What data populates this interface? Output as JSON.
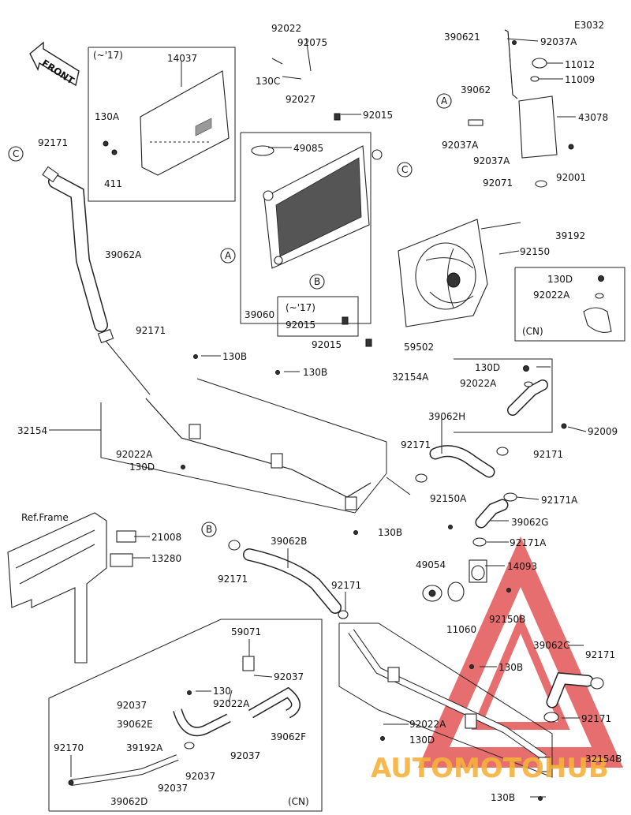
{
  "diagram": {
    "code": "E3032",
    "front_label": "FRONT",
    "ref_frame_label": "Ref.Frame",
    "watermark_text": "AUTOMOTOHUB",
    "callouts": {
      "c1": "C",
      "c2": "A",
      "c3": "C",
      "c4": "A",
      "c5": "B",
      "c6": "B"
    },
    "box_notes": {
      "n17a": "(~'17)",
      "n17b": "(~'17)",
      "cn1": "(CN)",
      "cn2": "(CN)"
    },
    "parts": {
      "p92022": "92022",
      "p92075": "92075",
      "p130C": "130C",
      "p92027": "92027",
      "p92015a": "92015",
      "p14037": "14037",
      "p130A": "130A",
      "p411": "411",
      "p49085": "49085",
      "p92171a": "92171",
      "p39062A": "39062A",
      "p92171b": "92171",
      "p39060": "39060",
      "p92015b": "92015",
      "p92015c": "92015",
      "p59502": "59502",
      "p390621": "390621",
      "p92037Aa": "92037A",
      "p11012": "11012",
      "p11009": "11009",
      "p39062": "39062",
      "p43078": "43078",
      "p92037Ab": "92037A",
      "p92037Ac": "92037A",
      "p92071": "92071",
      "p92001": "92001",
      "p92150": "92150",
      "p39192": "39192",
      "p130Da": "130D",
      "p92022Aa": "92022A",
      "p130Ba": "130B",
      "p130Bb": "130B",
      "p32154": "32154",
      "p92022Ab": "92022A",
      "p130Db": "130D",
      "p130Bc": "130B",
      "p130Dc": "130D",
      "p32154A": "32154A",
      "p92022Ac": "92022A",
      "p39062H": "39062H",
      "p92009": "92009",
      "p92171c": "92171",
      "p92171d": "92171",
      "p92171Aa": "92171A",
      "p92150A": "92150A",
      "p39062G": "39062G",
      "p92171Ab": "92171A",
      "p21008": "21008",
      "p13280": "13280",
      "p39062B": "39062B",
      "p92171e": "92171",
      "p92171f": "92171",
      "p49054": "49054",
      "p14093": "14093",
      "p11060": "11060",
      "p92150B": "92150B",
      "p59071": "59071",
      "p92037a": "92037",
      "p92037b": "92037",
      "p130": "130",
      "p92022Ad": "92022A",
      "p39062E": "39062E",
      "p39062F": "39062F",
      "p92170": "92170",
      "p39192A": "39192A",
      "p92037c": "92037",
      "p92037d": "92037",
      "p39062D": "39062D",
      "p92037e": "92037",
      "p130Bd": "130B",
      "p39062C": "39062C",
      "p92171g": "92171",
      "p92171h": "92171",
      "p92022Ae": "92022A",
      "p130Dd": "130D",
      "p32154B": "32154B",
      "p130Be": "130B"
    }
  },
  "colors": {
    "watermark_red": "#e25555",
    "watermark_gold": "#f5b23c",
    "line": "#222222"
  }
}
